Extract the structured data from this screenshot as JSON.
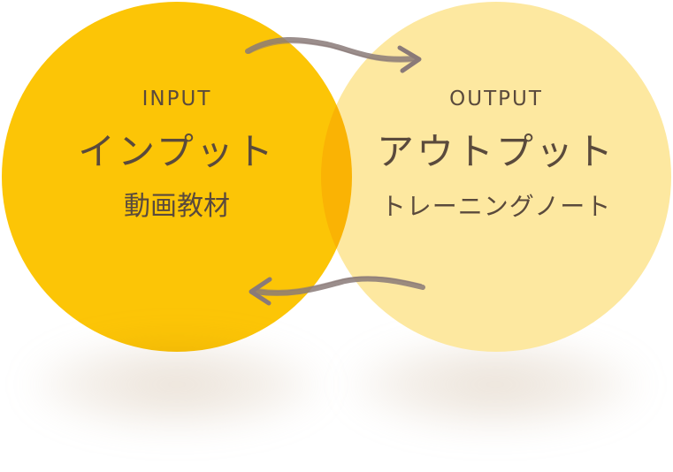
{
  "colors": {
    "input_circle": "#fcc506",
    "output_circle": "#fde8a0",
    "text": "#5a4a3c",
    "arrow": "#8a7a78"
  },
  "input": {
    "english": "INPUT",
    "japanese": "インプット",
    "subtitle": "動画教材"
  },
  "output": {
    "english": "OUTPUT",
    "japanese": "アウトプット",
    "subtitle": "トレーニングノート"
  },
  "arrows": {
    "top": "top-arrow-input-to-output",
    "bottom": "bottom-arrow-output-to-input"
  }
}
